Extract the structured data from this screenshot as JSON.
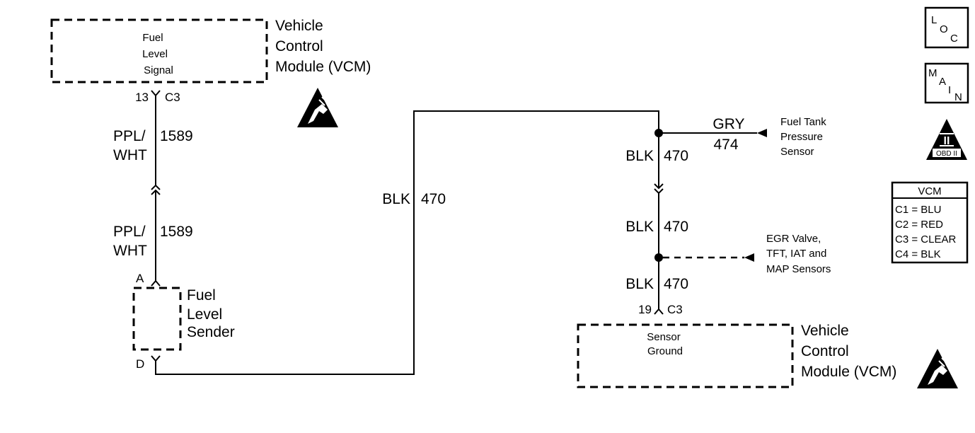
{
  "vcm_top": {
    "inner": [
      "Fuel",
      "Level",
      "Signal"
    ],
    "title": [
      "Vehicle",
      "Control",
      "Module (VCM)"
    ],
    "pin": "13",
    "connector": "C3"
  },
  "wire_1589_upper": {
    "color": [
      "PPL/",
      "WHT"
    ],
    "circuit": "1589"
  },
  "wire_1589_lower": {
    "color": [
      "PPL/",
      "WHT"
    ],
    "circuit": "1589"
  },
  "sender": {
    "title": [
      "Fuel",
      "Level",
      "Sender"
    ],
    "pin_top": "A",
    "pin_bottom": "D"
  },
  "wire_470_long": {
    "color": "BLK",
    "circuit": "470"
  },
  "gry_wire": {
    "color": "GRY",
    "circuit": "474",
    "dest": [
      "Fuel Tank",
      "Pressure",
      "Sensor"
    ]
  },
  "ground_segments": [
    {
      "color": "BLK",
      "circuit": "470"
    },
    {
      "color": "BLK",
      "circuit": "470"
    },
    {
      "color": "BLK",
      "circuit": "470"
    }
  ],
  "egr": {
    "dest": [
      "EGR Valve,",
      "TFT, IAT and",
      "MAP Sensors"
    ]
  },
  "vcm_bottom": {
    "inner": [
      "Sensor",
      "Ground"
    ],
    "title": [
      "Vehicle",
      "Control",
      "Module (VCM)"
    ],
    "pin": "19",
    "connector": "C3"
  },
  "legend_icons": {
    "loc": {
      "l1": "L",
      "l2": "O",
      "l3": "C"
    },
    "main": {
      "l1": "M",
      "l2": "A",
      "l3": "I",
      "l4": "N"
    },
    "obd": {
      "numeral": "II",
      "label": "OBD II"
    }
  },
  "vcm_table": {
    "title": "VCM",
    "rows": [
      "C1 = BLU",
      "C2 = RED",
      "C3 = CLEAR",
      "C4 = BLK"
    ]
  }
}
